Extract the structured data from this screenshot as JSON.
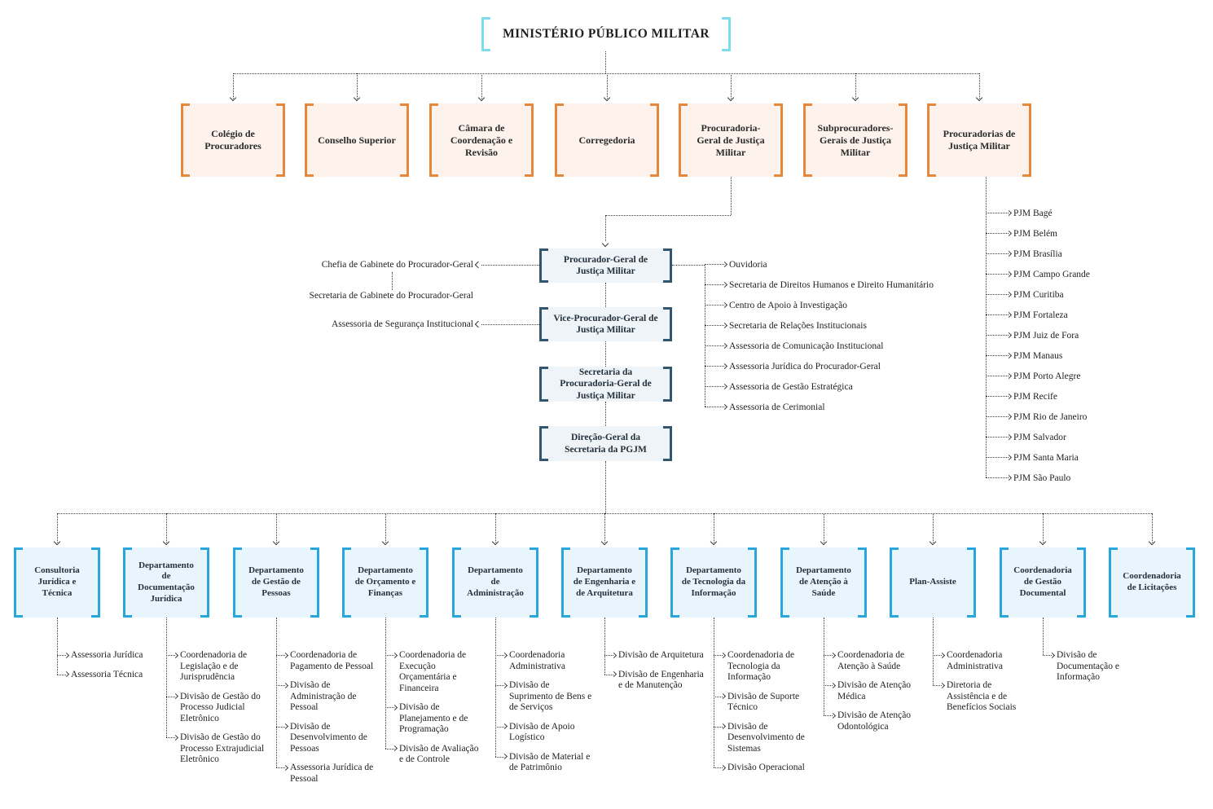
{
  "title": "MINISTÉRIO PÚBLICO MILITAR",
  "colors": {
    "cyan": "#7ddcec",
    "orange": "#e6873b",
    "navy": "#33566f",
    "blue": "#29a7dd",
    "line": "#3c3c3c",
    "peach-fill": "#fdf3ec",
    "navy-fill": "#eff4f8",
    "blue-fill": "#e9f5fc"
  },
  "top_units": [
    {
      "label": "Colégio de Procuradores"
    },
    {
      "label": "Conselho Superior"
    },
    {
      "label": "Câmara de Coordenação e Revisão"
    },
    {
      "label": "Corregedoria"
    },
    {
      "label": "Procuradoria-Geral de Justiça Militar"
    },
    {
      "label": "Subprocuradores-Gerais de Justiça Militar"
    },
    {
      "label": "Procuradorias de Justiça Militar"
    }
  ],
  "pjm_units": [
    "PJM Bagé",
    "PJM Belém",
    "PJM Brasília",
    "PJM Campo Grande",
    "PJM Curitiba",
    "PJM Fortaleza",
    "PJM Juiz de Fora",
    "PJM Manaus",
    "PJM Porto Alegre",
    "PJM Recife",
    "PJM Rio de Janeiro",
    "PJM Salvador",
    "PJM Santa Maria",
    "PJM São Paulo"
  ],
  "pgjm_chain": [
    "Procurador-Geral de Justiça Militar",
    "Vice-Procurador-Geral de Justiça Militar",
    "Secretaria da Procuradoria-Geral de Justiça Militar",
    "Direção-Geral da Secretaria da PGJM"
  ],
  "pg_left": [
    "Chefia de Gabinete do Procurador-Geral",
    "Secretaria de Gabinete do Procurador-Geral"
  ],
  "vice_left": [
    "Assessoria de Segurança Institucional"
  ],
  "pg_right": [
    "Ouvidoria",
    "Secretaria de Direitos Humanos e Direito Humanitário",
    "Centro de Apoio à Investigação",
    "Secretaria de Relações Institucionais",
    "Assessoria de Comunicação Institucional",
    "Assessoria Jurídica do Procurador-Geral",
    "Assessoria de Gestão Estratégica",
    "Assessoria de Cerimonial"
  ],
  "departments": [
    {
      "label": "Consultoria Jurídica e Técnica",
      "children": [
        "Assessoria Jurídica",
        "Assessoria Técnica"
      ]
    },
    {
      "label": "Departamento de Documentação Jurídica",
      "children": [
        "Coordenadoria de Legislação e de Jurisprudência",
        "Divisão de Gestão do Processo Judicial Eletrônico",
        "Divisão de Gestão do Processo Extrajudicial Eletrônico"
      ]
    },
    {
      "label": "Departamento de Gestão de Pessoas",
      "children": [
        "Coordenadoria de Pagamento de Pessoal",
        "Divisão de Administração de Pessoal",
        "Divisão de Desenvolvimento de Pessoas",
        "Assessoria Jurídica de Pessoal"
      ]
    },
    {
      "label": "Departamento de Orçamento e Finanças",
      "children": [
        "Coordenadoria de Execução Orçamentária e Financeira",
        "Divisão de Planejamento e de Programação",
        "Divisão de Avaliação e de Controle"
      ]
    },
    {
      "label": "Departamento de Administração",
      "children": [
        "Coordenadoria Administrativa",
        "Divisão de Suprimento de Bens e de Serviços",
        "Divisão de Apoio Logístico",
        "Divisão de Material e de Patrimônio"
      ]
    },
    {
      "label": "Departamento de Engenharia e de Arquitetura",
      "children": [
        "Divisão de Arquitetura",
        "Divisão de Engenharia e de Manutenção"
      ]
    },
    {
      "label": "Departamento de Tecnologia da Informação",
      "children": [
        "Coordenadoria de Tecnologia da Informação",
        "Divisão de Suporte Técnico",
        "Divisão de Desenvolvimento de Sistemas",
        "Divisão Operacional"
      ]
    },
    {
      "label": "Departamento de Atenção à Saúde",
      "children": [
        "Coordenadoria de Atenção à Saúde",
        "Divisão de Atenção Médica",
        "Divisão de Atenção Odontológica"
      ]
    },
    {
      "label": "Plan-Assiste",
      "children": [
        "Coordenadoria Administrativa",
        "Diretoria de Assistência e de Benefícios Sociais"
      ]
    },
    {
      "label": "Coordenadoria de Gestão Documental",
      "children": [
        "Divisão de Documentação e Informação"
      ]
    },
    {
      "label": "Coordenadoria de Licitações",
      "children": []
    }
  ]
}
